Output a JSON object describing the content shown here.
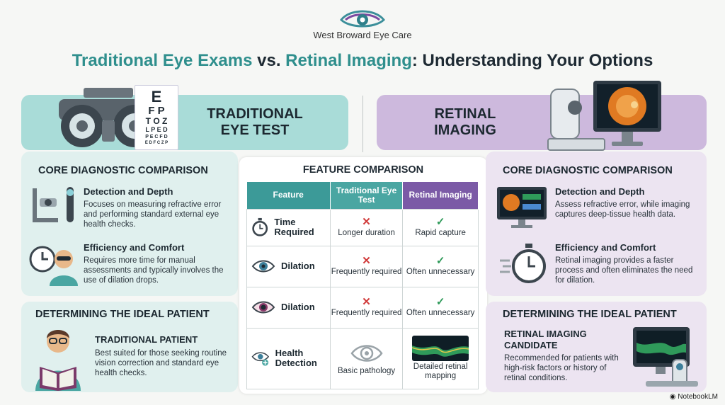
{
  "brand": {
    "name": "West Broward Eye Care"
  },
  "title": {
    "part1": "Traditional Eye Exams",
    "vs": " vs. ",
    "part2": "Retinal Imaging",
    "part3": ": Understanding Your Options"
  },
  "traditional": {
    "header_line1": "TRADITIONAL",
    "header_line2": "EYE TEST",
    "chart_letters": [
      "E",
      "F P",
      "T O Z",
      "L P E D",
      "P E C F D",
      "E D F C Z P"
    ],
    "core_title": "CORE DIAGNOSTIC COMPARISON",
    "items": [
      {
        "title": "Detection and Depth",
        "text": "Focuses on measuring refractive error and performing standard external eye health checks."
      },
      {
        "title": "Efficiency and Comfort",
        "text": "Requires more time for manual assessments and typically involves the use of dilation drops."
      }
    ],
    "ideal_title": "DETERMINING THE IDEAL PATIENT",
    "ideal_sub": "TRADITIONAL PATIENT",
    "ideal_text": "Best suited for those seeking routine vision correction and standard eye health checks."
  },
  "retinal": {
    "header_line1": "RETINAL",
    "header_line2": "IMAGING",
    "core_title": "CORE DIAGNOSTIC COMPARISON",
    "items": [
      {
        "title": "Detection and Depth",
        "text": "Assess refractive error, while imaging captures deep-tissue health data."
      },
      {
        "title": "Efficiency and Comfort",
        "text": "Retinal imaging provides a faster process and often eliminates the need for dilation."
      }
    ],
    "ideal_title": "DETERMINING THE IDEAL PATIENT",
    "ideal_sub_line1": "RETINAL IMAGING",
    "ideal_sub_line2": "CANDIDATE",
    "ideal_text": "Recommended for patients with high-risk factors or history of retinal conditions."
  },
  "comparison": {
    "title": "FEATURE COMPARISON",
    "headers": {
      "feature": "Feature",
      "traditional": "Traditional Eye Test",
      "retinal": "Retinal Imaging"
    },
    "rows": [
      {
        "feature": "Time Required",
        "traditional": "Longer duration",
        "retinal": "Rapid capture"
      },
      {
        "feature": "Dilation",
        "traditional": "Frequently required",
        "retinal": "Often unnecessary"
      },
      {
        "feature": "Dilation",
        "traditional": "Frequently required",
        "retinal": "Often unnecessary"
      },
      {
        "feature": "Health Detection",
        "traditional": "Basic pathology",
        "retinal": "Detailed retinal mapping"
      }
    ],
    "icons": {
      "x": "✕",
      "check": "✓"
    }
  },
  "footer": {
    "label": "NotebookLM"
  },
  "colors": {
    "teal": "#2f8f8d",
    "purple": "#7b5aa6",
    "x_red": "#d13b3b",
    "check_green": "#2f9a5a"
  }
}
